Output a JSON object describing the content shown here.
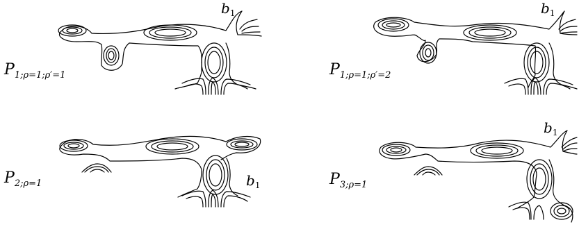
{
  "panels": [
    {
      "id": "p1a",
      "label_main": "P",
      "label_sub": "1;ρ=1;ρ′=1",
      "boundary": {
        "main": "b",
        "sub": "1"
      }
    },
    {
      "id": "p1b",
      "label_main": "P",
      "label_sub": "1;ρ=1;ρ′=2",
      "boundary": {
        "main": "b",
        "sub": "1"
      }
    },
    {
      "id": "p2",
      "label_main": "P",
      "label_sub": "2;ρ=1",
      "boundary": {
        "main": "b",
        "sub": "1"
      }
    },
    {
      "id": "p3",
      "label_main": "P",
      "label_sub": "3;ρ=1",
      "boundary": {
        "main": "b",
        "sub": "1"
      }
    }
  ]
}
